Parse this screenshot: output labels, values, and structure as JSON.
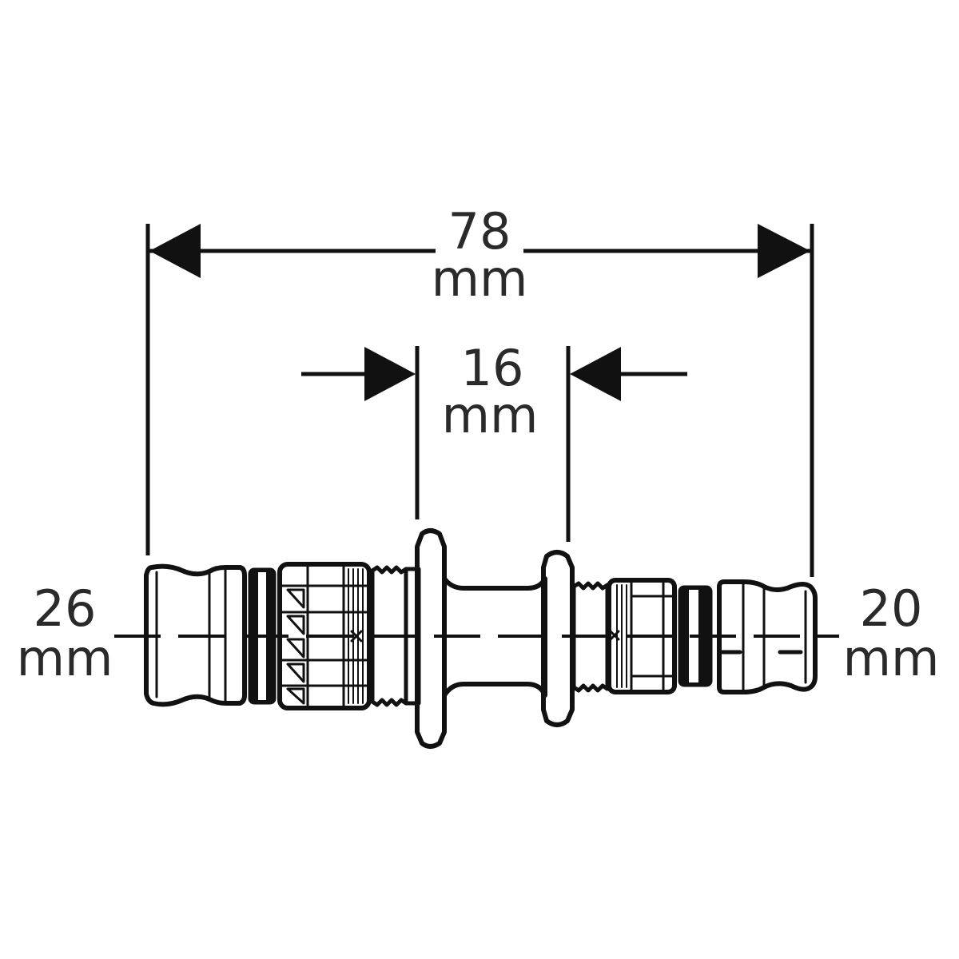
{
  "colors": {
    "line": "#111111",
    "text": "#2a2a2a",
    "background": "#ffffff"
  },
  "dimensions": {
    "overall_length": {
      "value": "78",
      "unit": "mm"
    },
    "inner_length": {
      "value": "16",
      "unit": "mm"
    },
    "left_diameter": {
      "value": "26",
      "unit": "mm"
    },
    "right_diameter": {
      "value": "20",
      "unit": "mm"
    }
  }
}
